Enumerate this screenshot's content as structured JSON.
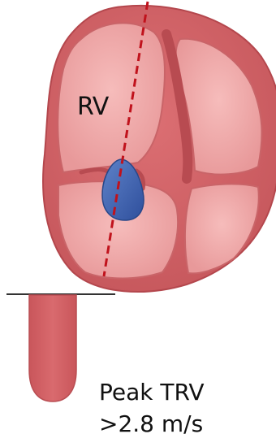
{
  "diagram": {
    "chamber_label": "RV",
    "measurement_title": "Peak TRV",
    "measurement_value": ">2.8 m/s"
  },
  "colors": {
    "myocardium": "#cf5f64",
    "chamber": "#eea7a5",
    "regurgitant_jet": "#3d5fb0",
    "doppler_line": "#c0121c",
    "baseline": "#333333"
  }
}
